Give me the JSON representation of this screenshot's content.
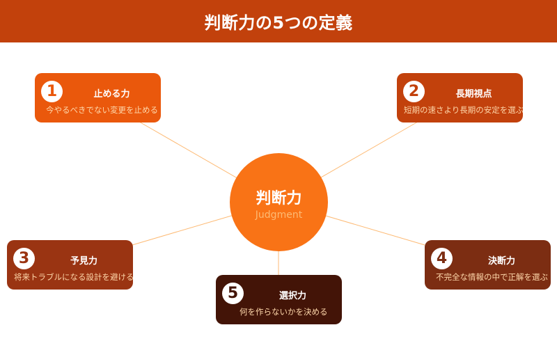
{
  "header": {
    "title": "判断力の5つの定義"
  },
  "center": {
    "title": "判断力",
    "subtitle": "Judgment"
  },
  "nodes": [
    {
      "number": "1",
      "title": "止める力",
      "description": "今やるべきでない変更を止める",
      "color": "#EA580C"
    },
    {
      "number": "2",
      "title": "長期視点",
      "description": "短期の速さより長期の安定を選ぶ",
      "color": "#C2410C"
    },
    {
      "number": "3",
      "title": "予見力",
      "description": "将来トラブルになる設計を避ける",
      "color": "#9A3412"
    },
    {
      "number": "4",
      "title": "決断力",
      "description": "不完全な情報の中で正解を選ぶ",
      "color": "#7C2D12"
    },
    {
      "number": "5",
      "title": "選択力",
      "description": "何を作らないかを決める",
      "color": "#431407"
    }
  ],
  "colors": {
    "header": "#C2410C",
    "hub": "#F97316",
    "connector": "#FDBA74"
  }
}
